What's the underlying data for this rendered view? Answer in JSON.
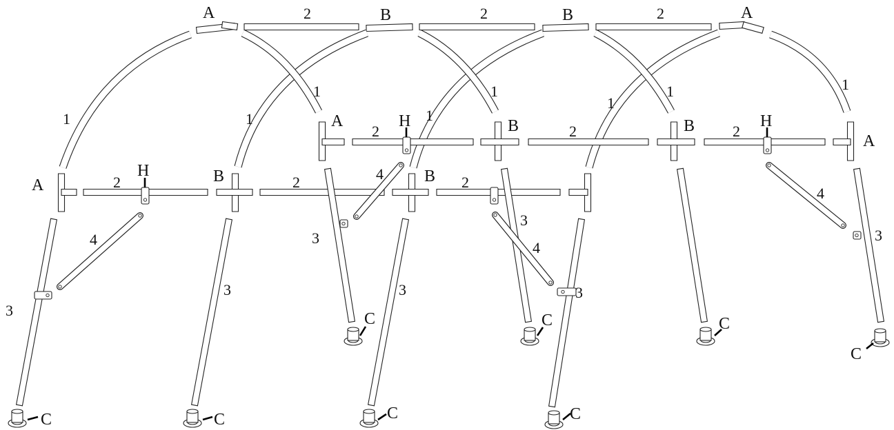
{
  "labels": {
    "a": "A",
    "b": "B",
    "c": "C",
    "h": "H",
    "one": "1",
    "two": "2",
    "three": "3",
    "four": "4"
  },
  "colors": {
    "line": "#222222",
    "fill": "#ffffff",
    "leader": "#000000"
  }
}
